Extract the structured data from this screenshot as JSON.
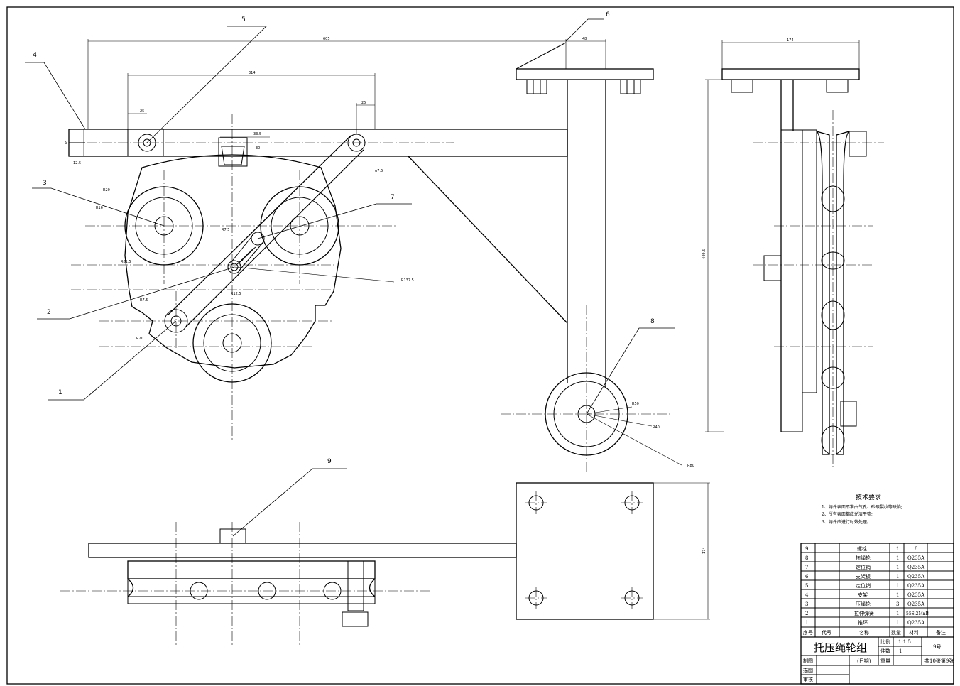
{
  "balloons": {
    "b1": "1",
    "b2": "2",
    "b3": "3",
    "b4": "4",
    "b5": "5",
    "b6": "6",
    "b7": "7",
    "b8": "8",
    "b9": "9"
  },
  "dimensions": {
    "overall_length": "605",
    "span_314": "314",
    "small_25a": "25",
    "small_25b": "25",
    "top_48": "48",
    "plate_width": "174",
    "height_449": "449.5",
    "plate_height": "174",
    "r137": "R137.5",
    "thickness": "18",
    "d12": "12.5",
    "d30": "30",
    "d33": "33.5",
    "d7": "φ7.5",
    "r20": "R20",
    "r16": "R16",
    "r61": "R61.5",
    "r7a": "R7.5",
    "r7b": "R7.5",
    "r12": "R12.5",
    "r20b": "R20",
    "r50": "R50",
    "r40": "R40",
    "r80": "R80"
  },
  "tech_requirements": {
    "title": "技术要求",
    "items": [
      "1、铸件表面不准由气孔、砂眼裂纹等缺陷;",
      "2、所有表面都应光洁平整;",
      "3、铸件应进行时效处理。"
    ]
  },
  "bom": {
    "header": {
      "seq": "序号",
      "code": "代号",
      "name": "名称",
      "qty": "数量",
      "material": "材料",
      "remark": "备注"
    },
    "rows": [
      {
        "seq": "9",
        "name": "螺栓",
        "qty": "1",
        "material": "8"
      },
      {
        "seq": "8",
        "name": "拖绳轮",
        "qty": "1",
        "material": "Q235A"
      },
      {
        "seq": "7",
        "name": "定位销",
        "qty": "1",
        "material": "Q235A"
      },
      {
        "seq": "6",
        "name": "支架板",
        "qty": "1",
        "material": "Q235A"
      },
      {
        "seq": "5",
        "name": "定位销",
        "qty": "1",
        "material": "Q235A"
      },
      {
        "seq": "4",
        "name": "支架",
        "qty": "1",
        "material": "Q235A"
      },
      {
        "seq": "3",
        "name": "压绳轮",
        "qty": "3",
        "material": "Q235A"
      },
      {
        "seq": "2",
        "name": "拉伸弹簧",
        "qty": "1",
        "material": "55Si2MnB"
      },
      {
        "seq": "1",
        "name": "推环",
        "qty": "1",
        "material": "Q235A"
      }
    ]
  },
  "title_block": {
    "title": "托压绳轮组",
    "scale_label": "比例",
    "scale": "1:1.5",
    "pieces_label": "件数",
    "pieces": "1",
    "drawing_no": "9号",
    "weight_label": "重量",
    "sheet": "共10张第9张",
    "drawn_label": "制图",
    "date_label": "(日期)",
    "traced_label": "描图",
    "checked_label": "审核"
  }
}
